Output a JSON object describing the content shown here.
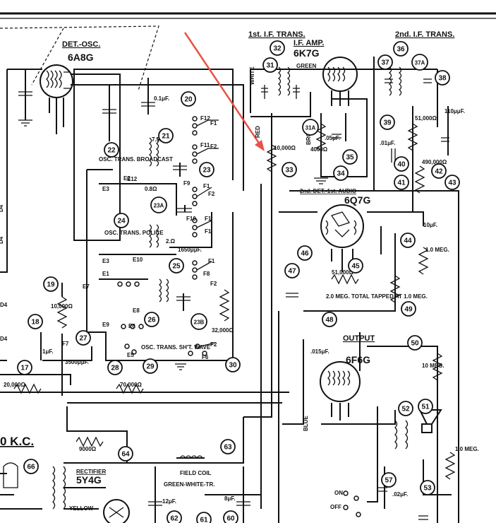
{
  "top_labels": {
    "det_osc": "DET.-OSC.",
    "det_osc_tube": "6A8G",
    "if1": "1st. I.F. TRANS.",
    "if_amp": "I.F. AMP.",
    "if_amp_tube": "6K7G",
    "if2": "2nd. I.F. TRANS.",
    "det_audio": "2nd. DET.-1st. AUDIO",
    "det_audio_tube": "6Q7G",
    "output": "OUTPUT",
    "output_tube": "6F6G",
    "rectifier": "RECTIFIER",
    "rectifier_tube": "5Y4G",
    "freq": "0 K.C.",
    "field_coil": "FIELD COIL",
    "field_coil_wires": "GREEN-WHITE-TR."
  },
  "switch_labels": {
    "broadcast": "OSC. TRANS. BROADCAST",
    "police": "OSC. TRANS. POLICE",
    "shortwave": "OSC. TRANS. SH'T. WAVE"
  },
  "values": [
    {
      "id": "v1",
      "text": "0.1μF."
    },
    {
      "id": "v2",
      "text": "7.5Ω"
    },
    {
      "id": "v3",
      "text": "0.8Ω"
    },
    {
      "id": "v4",
      "text": "2.Ω"
    },
    {
      "id": "v5",
      "text": "1650μμF."
    },
    {
      "id": "v6",
      "text": "10,000Ω"
    },
    {
      "id": "v7",
      "text": "32,000Ω"
    },
    {
      "id": "v8",
      "text": "3500μμF."
    },
    {
      "id": "v9",
      "text": "20,000Ω"
    },
    {
      "id": "v10",
      "text": "70,000Ω"
    },
    {
      "id": "v11",
      "text": "9000Ω"
    },
    {
      "id": "v12",
      "text": "10,000Ω"
    },
    {
      "id": "v13",
      "text": "51,000Ω"
    },
    {
      "id": "v14",
      "text": "2.0 MEG. TOTAL TAPPED AT 1.0 MEG."
    },
    {
      "id": "v15",
      "text": "1.0 MEG."
    },
    {
      "id": "v16",
      "text": "10 MEG."
    },
    {
      "id": "v17",
      "text": "1.0 MEG."
    },
    {
      "id": "v18",
      "text": ".05μF."
    },
    {
      "id": "v19",
      "text": "4000Ω"
    },
    {
      "id": "v20",
      "text": "51,000Ω"
    },
    {
      "id": "v21",
      "text": "490,000Ω"
    },
    {
      "id": "v22",
      "text": "110μμF."
    },
    {
      "id": "v23",
      "text": ".01μF."
    },
    {
      "id": "v24",
      "text": "12μF."
    },
    {
      "id": "v25",
      "text": "8μF."
    },
    {
      "id": "v26",
      "text": ".02μF."
    },
    {
      "id": "v27",
      "text": "10μF."
    },
    {
      "id": "v28",
      "text": ".015μF."
    },
    {
      "id": "v29",
      "text": "1μF."
    }
  ],
  "wire_labels": [
    {
      "id": "w1",
      "text": "WHITE"
    },
    {
      "id": "w2",
      "text": "GREEN"
    },
    {
      "id": "w3",
      "text": "RED"
    },
    {
      "id": "w4",
      "text": "BROWN"
    },
    {
      "id": "w5",
      "text": "BLUE"
    },
    {
      "id": "w6",
      "text": "YELLOW"
    },
    {
      "id": "w7",
      "text": "ON"
    },
    {
      "id": "w8",
      "text": "OFF"
    }
  ],
  "callouts": [
    {
      "n": "17"
    },
    {
      "n": "18"
    },
    {
      "n": "19"
    },
    {
      "n": "20"
    },
    {
      "n": "21"
    },
    {
      "n": "22"
    },
    {
      "n": "23"
    },
    {
      "n": "23A"
    },
    {
      "n": "23B"
    },
    {
      "n": "24"
    },
    {
      "n": "25"
    },
    {
      "n": "26"
    },
    {
      "n": "27"
    },
    {
      "n": "28"
    },
    {
      "n": "29"
    },
    {
      "n": "30"
    },
    {
      "n": "31"
    },
    {
      "n": "31A"
    },
    {
      "n": "32"
    },
    {
      "n": "33"
    },
    {
      "n": "34"
    },
    {
      "n": "35"
    },
    {
      "n": "36"
    },
    {
      "n": "37"
    },
    {
      "n": "37A"
    },
    {
      "n": "38"
    },
    {
      "n": "39"
    },
    {
      "n": "40"
    },
    {
      "n": "41"
    },
    {
      "n": "42"
    },
    {
      "n": "43"
    },
    {
      "n": "44"
    },
    {
      "n": "45"
    },
    {
      "n": "46"
    },
    {
      "n": "47"
    },
    {
      "n": "48"
    },
    {
      "n": "49"
    },
    {
      "n": "50"
    },
    {
      "n": "51"
    },
    {
      "n": "52"
    },
    {
      "n": "53"
    },
    {
      "n": "57"
    },
    {
      "n": "60"
    },
    {
      "n": "61"
    },
    {
      "n": "62"
    },
    {
      "n": "63"
    },
    {
      "n": "64"
    },
    {
      "n": "66"
    }
  ],
  "switch_terms": [
    "F1",
    "F2",
    "F1",
    "F2",
    "F1",
    "F1",
    "F1",
    "F2",
    "F2",
    "F6",
    "F7",
    "F8",
    "F9",
    "F10",
    "F11",
    "F12",
    "E1",
    "E2",
    "E3",
    "E3",
    "E5",
    "E6",
    "E7",
    "E8",
    "E9",
    "E10",
    "E12",
    "D4",
    "D4",
    "D4"
  ],
  "arrow_color": "#e8524a"
}
